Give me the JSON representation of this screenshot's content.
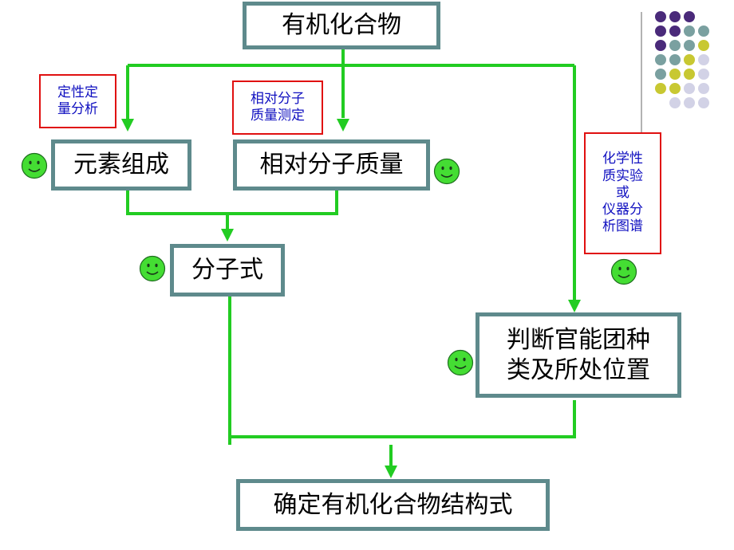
{
  "boxes": {
    "organic": "有机化合物",
    "elements": "元素组成",
    "molmass": "相对分子质量",
    "formula": "分子式",
    "groups": "判断官能团种\n类及所处位置",
    "structure": "确定有机化合物结构式"
  },
  "labels": {
    "qualitative": "定性定\n量分析",
    "massmeasure": "相对分子\n质量测定",
    "chem": "化学性\n质实验\n或\n仪器分\n析图谱"
  },
  "colors": {
    "arrow": "#22cc22",
    "box_border": "#5e8a8c",
    "label_border": "#e01010",
    "label_text": "#1010c0",
    "smiley": "#44dd33",
    "dot_purple": "#4a2a7a",
    "dot_teal": "#7aa0a0",
    "dot_yellow": "#c8c832",
    "dot_lavender": "#d2d2e6"
  },
  "decoration": {
    "dot_grid": [
      [
        "purple",
        "purple",
        "purple",
        ""
      ],
      [
        "purple",
        "purple",
        "teal",
        "teal"
      ],
      [
        "purple",
        "teal",
        "teal",
        "yellow"
      ],
      [
        "teal",
        "teal",
        "yellow",
        "lavender"
      ],
      [
        "teal",
        "yellow",
        "yellow",
        "lavender"
      ],
      [
        "yellow",
        "yellow",
        "lavender",
        "lavender"
      ],
      [
        "",
        "lavender",
        "lavender",
        "lavender"
      ]
    ]
  }
}
